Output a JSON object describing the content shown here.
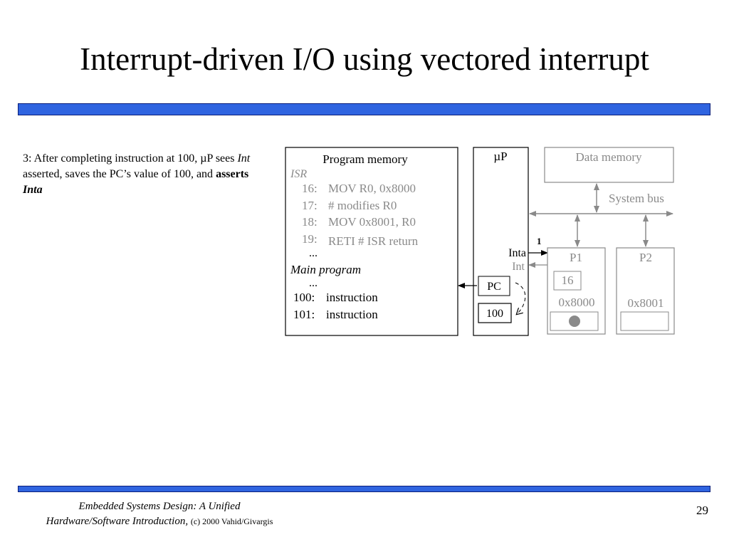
{
  "slide": {
    "title": "Interrupt-driven I/O using vectored interrupt",
    "description": {
      "part1": "3: After completing instruction at 100, µP sees ",
      "int_word": "Int",
      "part2": " asserted, saves the PC’s value of 100, and ",
      "asserts_word": "asserts",
      "space": " ",
      "inta_word": "Inta"
    },
    "colors": {
      "accent_bar": "#2f64e0",
      "gray_text": "#8a8a8a"
    }
  },
  "diagram": {
    "program_memory": {
      "title": "Program memory",
      "isr_label": "ISR",
      "isr_lines": [
        {
          "addr": "16:",
          "code": "MOV R0, 0x8000"
        },
        {
          "addr": "17:",
          "code": "# modifies R0"
        },
        {
          "addr": "18:",
          "code": "MOV 0x8001, R0"
        },
        {
          "addr": "19:",
          "code": "RETI  # ISR return"
        }
      ],
      "ellipsis_1": "...",
      "main_label": "Main program",
      "ellipsis_2": "...",
      "main_lines": [
        {
          "addr": "100:",
          "code": "instruction"
        },
        {
          "addr": "101:",
          "code": "instruction"
        }
      ]
    },
    "microprocessor": {
      "title": "µP",
      "inta_label": "Inta",
      "int_label": "Int",
      "pc_label": "PC",
      "pc_value": "100",
      "inta_signal_value": "1"
    },
    "data_memory": {
      "title": "Data memory"
    },
    "system_bus": {
      "label": "System bus"
    },
    "p1": {
      "title": "P1",
      "register_value": "16",
      "address": "0x8000"
    },
    "p2": {
      "title": "P2",
      "address": "0x8001"
    }
  },
  "footer": {
    "book_line1": "Embedded Systems Design: A Unified",
    "book_line2": "Hardware/Software Introduction,",
    "copyright": "(c) 2000 Vahid/Givargis",
    "page_number": "29"
  }
}
